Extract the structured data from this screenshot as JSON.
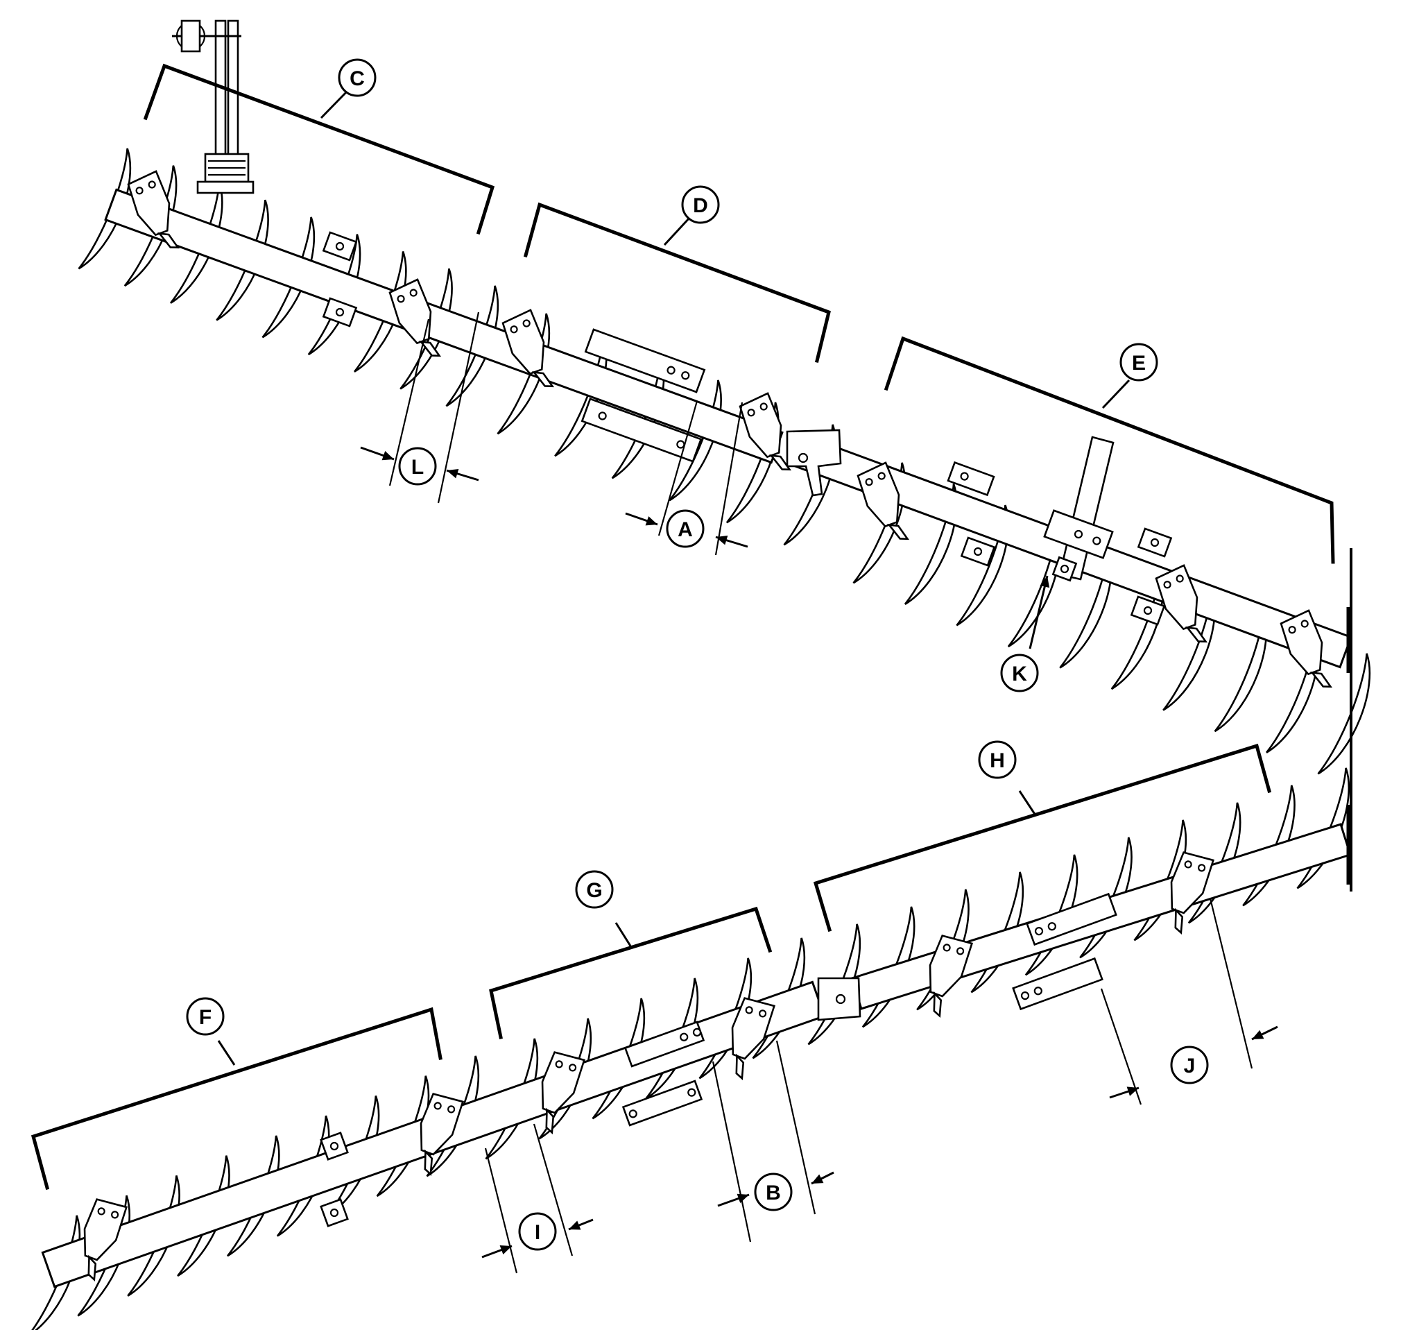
{
  "figure": {
    "line_color": "#000000",
    "background_color": "#ffffff",
    "callouts": {
      "A": "A",
      "B": "B",
      "C": "C",
      "D": "D",
      "E": "E",
      "F": "F",
      "G": "G",
      "H": "H",
      "I": "I",
      "J": "J",
      "K": "K",
      "L": "L"
    }
  }
}
